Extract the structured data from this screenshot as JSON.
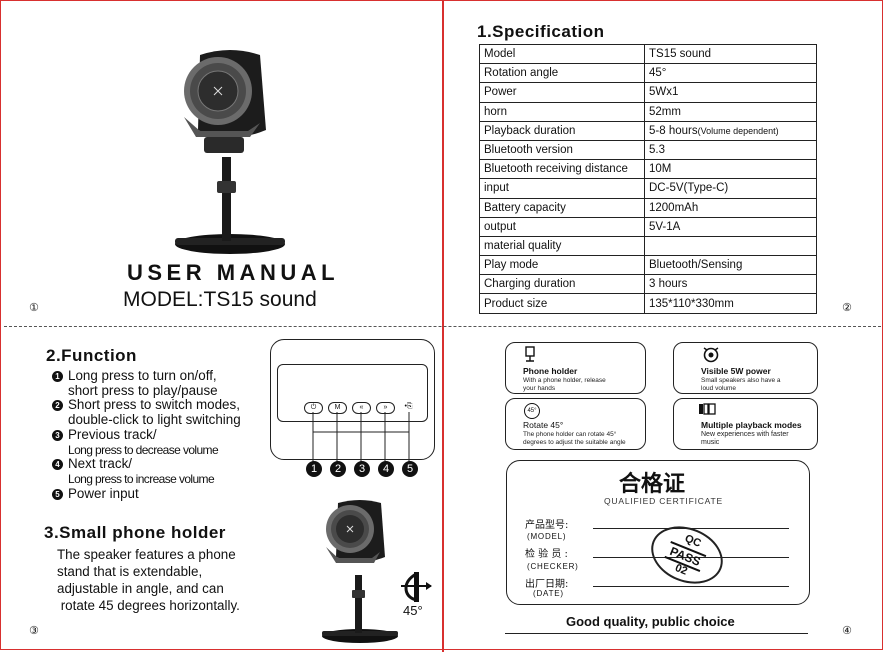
{
  "panel1": {
    "title": "USER MANUAL",
    "model": "MODEL:TS15 sound",
    "page_mark": "①"
  },
  "spec": {
    "title": "1.Specification",
    "rows": [
      {
        "label": "Model",
        "value": "TS15 sound",
        "note": ""
      },
      {
        "label": "Rotation angle",
        "value": "45°",
        "note": ""
      },
      {
        "label": "Power",
        "value": "5Wx1",
        "note": ""
      },
      {
        "label": "horn",
        "value": "52mm",
        "note": ""
      },
      {
        "label": "Playback duration",
        "value": "5-8 hours",
        "note": "(Volume dependent)"
      },
      {
        "label": "Bluetooth version",
        "value": "5.3",
        "note": ""
      },
      {
        "label": "Bluetooth receiving distance",
        "value": "10M",
        "note": ""
      },
      {
        "label": "input",
        "value": "DC-5V(Type-C)",
        "note": ""
      },
      {
        "label": "Battery capacity",
        "value": "1200mAh",
        "note": ""
      },
      {
        "label": "output",
        "value": "5V-1A",
        "note": ""
      },
      {
        "label": "material quality",
        "value": "",
        "note": ""
      },
      {
        "label": "Play mode",
        "value": "Bluetooth/Sensing",
        "note": ""
      },
      {
        "label": "Charging duration",
        "value": "3 hours",
        "note": ""
      },
      {
        "label": "Product size",
        "value": "135*110*330mm",
        "note": ""
      }
    ],
    "page_mark": "②"
  },
  "function": {
    "title": "2.Function",
    "items": [
      {
        "num": "1",
        "lines": [
          "Long press to turn on/off,",
          "short press to play/pause"
        ],
        "tight": false
      },
      {
        "num": "2",
        "lines": [
          "Short press to switch modes,",
          "double-click to light switching"
        ],
        "tight": false
      },
      {
        "num": "3",
        "lines": [
          "Previous track/",
          "Long press to decrease volume"
        ],
        "tight": true
      },
      {
        "num": "4",
        "lines": [
          "Next track/",
          "Long press to increase volume"
        ],
        "tight": true
      },
      {
        "num": "5",
        "lines": [
          "Power input"
        ],
        "tight": false
      }
    ],
    "diagram_numbers": [
      "1",
      "2",
      "3",
      "4",
      "5"
    ],
    "button_glyphs": [
      "⏻",
      "M",
      "«",
      "»",
      "•⎘"
    ]
  },
  "holder": {
    "title": "3.Small phone holder",
    "lines": [
      "The speaker features a phone",
      "stand that is extendable,",
      "adjustable in angle, and can",
      " rotate 45 degrees horizontally."
    ],
    "angle": "45°",
    "page_mark": "③"
  },
  "features": [
    {
      "title": "Phone holder",
      "desc": [
        "With a phone holder, release",
        "your hands"
      ],
      "icon": "phone-holder-icon"
    },
    {
      "title": "Visible 5W power",
      "desc": [
        "Small speakers also have a",
        "loud volume"
      ],
      "icon": "speaker-power-icon"
    },
    {
      "title": "Rotate 45°",
      "desc": [
        "The phone holder can rotate 45°",
        "degrees to adjust the suitable angle"
      ],
      "icon": "rotate-icon",
      "icon_text": "45°"
    },
    {
      "title": "Multiple playback modes",
      "desc": [
        "New experiences with faster",
        "music"
      ],
      "icon": "playback-modes-icon"
    }
  ],
  "certificate": {
    "title": "合格证",
    "subtitle": "QUALIFIED CERTIFICATE",
    "fields": [
      {
        "cn": "产品型号:",
        "en": "(MODEL)"
      },
      {
        "cn": "检 验 员 :",
        "en": "(CHECKER)"
      },
      {
        "cn": "出厂日期:",
        "en": "(DATE)"
      }
    ],
    "stamp": {
      "top": "QC",
      "middle": "PASS",
      "bottom": "02"
    },
    "slogan": "Good quality, public choice",
    "page_mark": "④"
  }
}
